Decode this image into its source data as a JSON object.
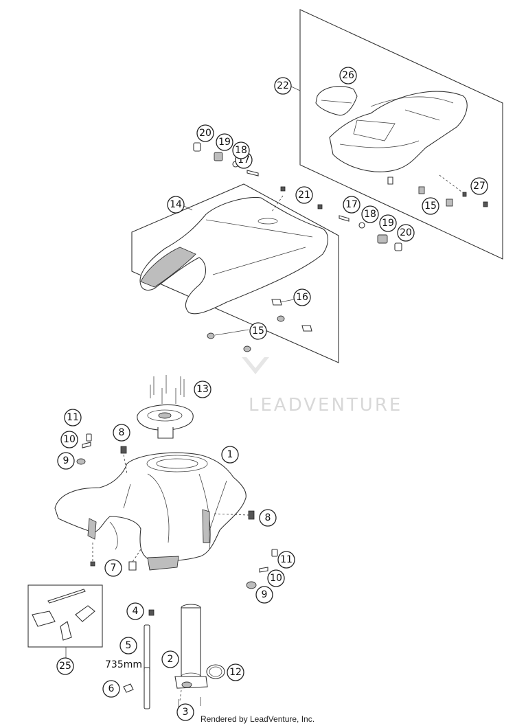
{
  "watermark": {
    "text": "LEADVENTURE"
  },
  "length_label": "735mm",
  "footer": "Rendered by LeadVenture, Inc.",
  "callouts": [
    "1",
    "2",
    "3",
    "4",
    "5",
    "6",
    "7",
    "8",
    "8",
    "9",
    "9",
    "10",
    "10",
    "11",
    "11",
    "12",
    "13",
    "14",
    "15",
    "15",
    "16",
    "17",
    "17",
    "18",
    "18",
    "19",
    "19",
    "20",
    "20",
    "21",
    "22",
    "25",
    "26",
    "27"
  ]
}
